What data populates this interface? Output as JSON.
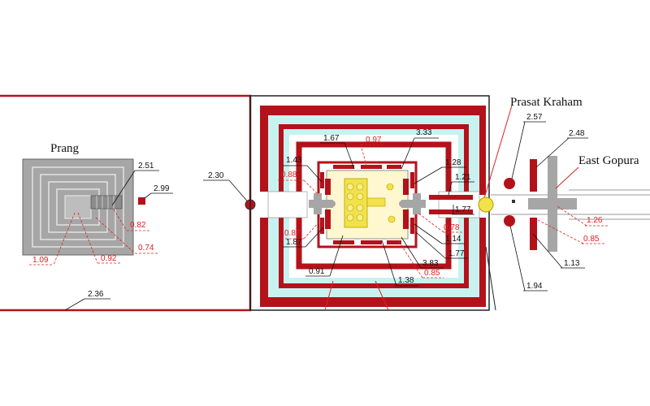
{
  "labels": {
    "prang": "Prang",
    "prasat_kraham": "Prasat Kraham",
    "east_gopura": "East Gopura"
  },
  "black_dims": {
    "d_251": "2.51",
    "d_299": "2.99",
    "d_236": "2.36",
    "d_230": "2.30",
    "d_167": "1.67",
    "d_143": "1.43",
    "d_333": "3.33",
    "d_128": "1.28",
    "d_121": "1.21",
    "d_177a": "1.77",
    "d_114": "1.14",
    "d_177b": "1.77",
    "d_187": "1.87",
    "d_091": "0.91",
    "d_383": "3.83",
    "d_138": "1.38",
    "d_257": "2.57",
    "d_248": "2.48",
    "d_194": "1.94",
    "d_113": "1.13"
  },
  "red_dims": {
    "r_082": "0.82",
    "r_074": "0.74",
    "r_109": "1.09",
    "r_092": "0.92",
    "r_097": "0.97",
    "r_088": "0.88",
    "r_087": "0.87",
    "r_078": "0.78",
    "r_085a": "0.85",
    "r_126": "1.26",
    "r_085b": "0.85"
  },
  "colors": {
    "wall_red": "#b3121a",
    "courtyard_cyan": "#c8f2f0",
    "annotation_red": "#e02020",
    "prang_grey": "#a6a6a6",
    "sanctuary_yellow": "#f2e24a"
  }
}
